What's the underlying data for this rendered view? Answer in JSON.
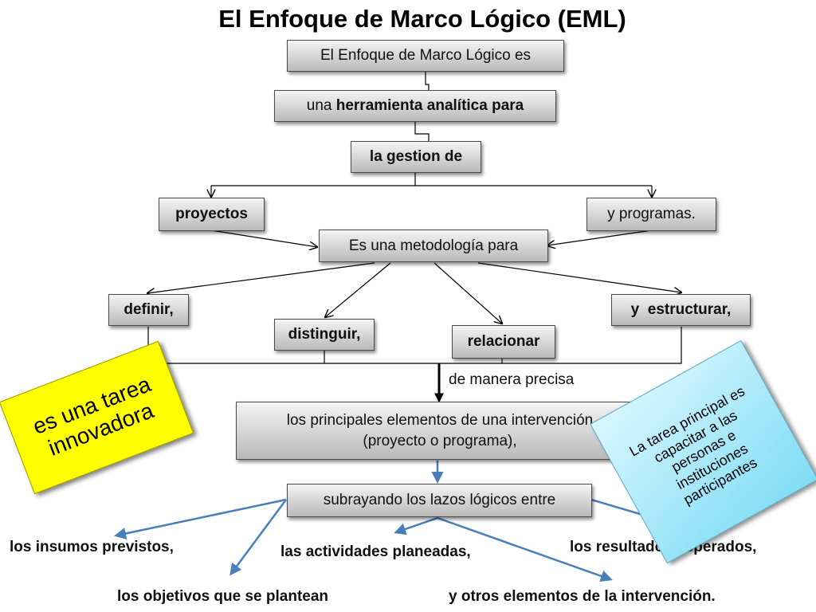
{
  "title": "El Enfoque de Marco Lógico (EML)",
  "nodes": {
    "intro": "El Enfoque de Marco Lógico es",
    "tool_prefix": "una ",
    "tool_bold": "herramienta analítica para",
    "management": "la gestion de",
    "projects": "proyectos",
    "programs": "y programas.",
    "methodology": "Es una metodología para",
    "define": "definir,",
    "distinguish": "distinguir,",
    "relate": "relacionar",
    "structure": "y  estructurar,",
    "precise": "de manera precisa",
    "elements_line1": "los principales elementos de una intervención",
    "elements_line2": "(proyecto o programa),",
    "underline": "subrayando los lazos lógicos entre"
  },
  "outputs": {
    "inputs": "los insumos previstos,",
    "activities": "las actividades planeadas,",
    "results": "los resultados esperados,",
    "objectives": "los objetivos que se plantean",
    "others": "y otros elementos de la intervención."
  },
  "callouts": {
    "yellow": "es una tarea innovadora",
    "cyan": "La tarea principal es capacitar a las personas e instituciones participantes"
  },
  "colors": {
    "blue_arrow": "#4a7ebb",
    "yellow_callout": "#ffff00",
    "cyan_callout": "#aee9f8"
  }
}
